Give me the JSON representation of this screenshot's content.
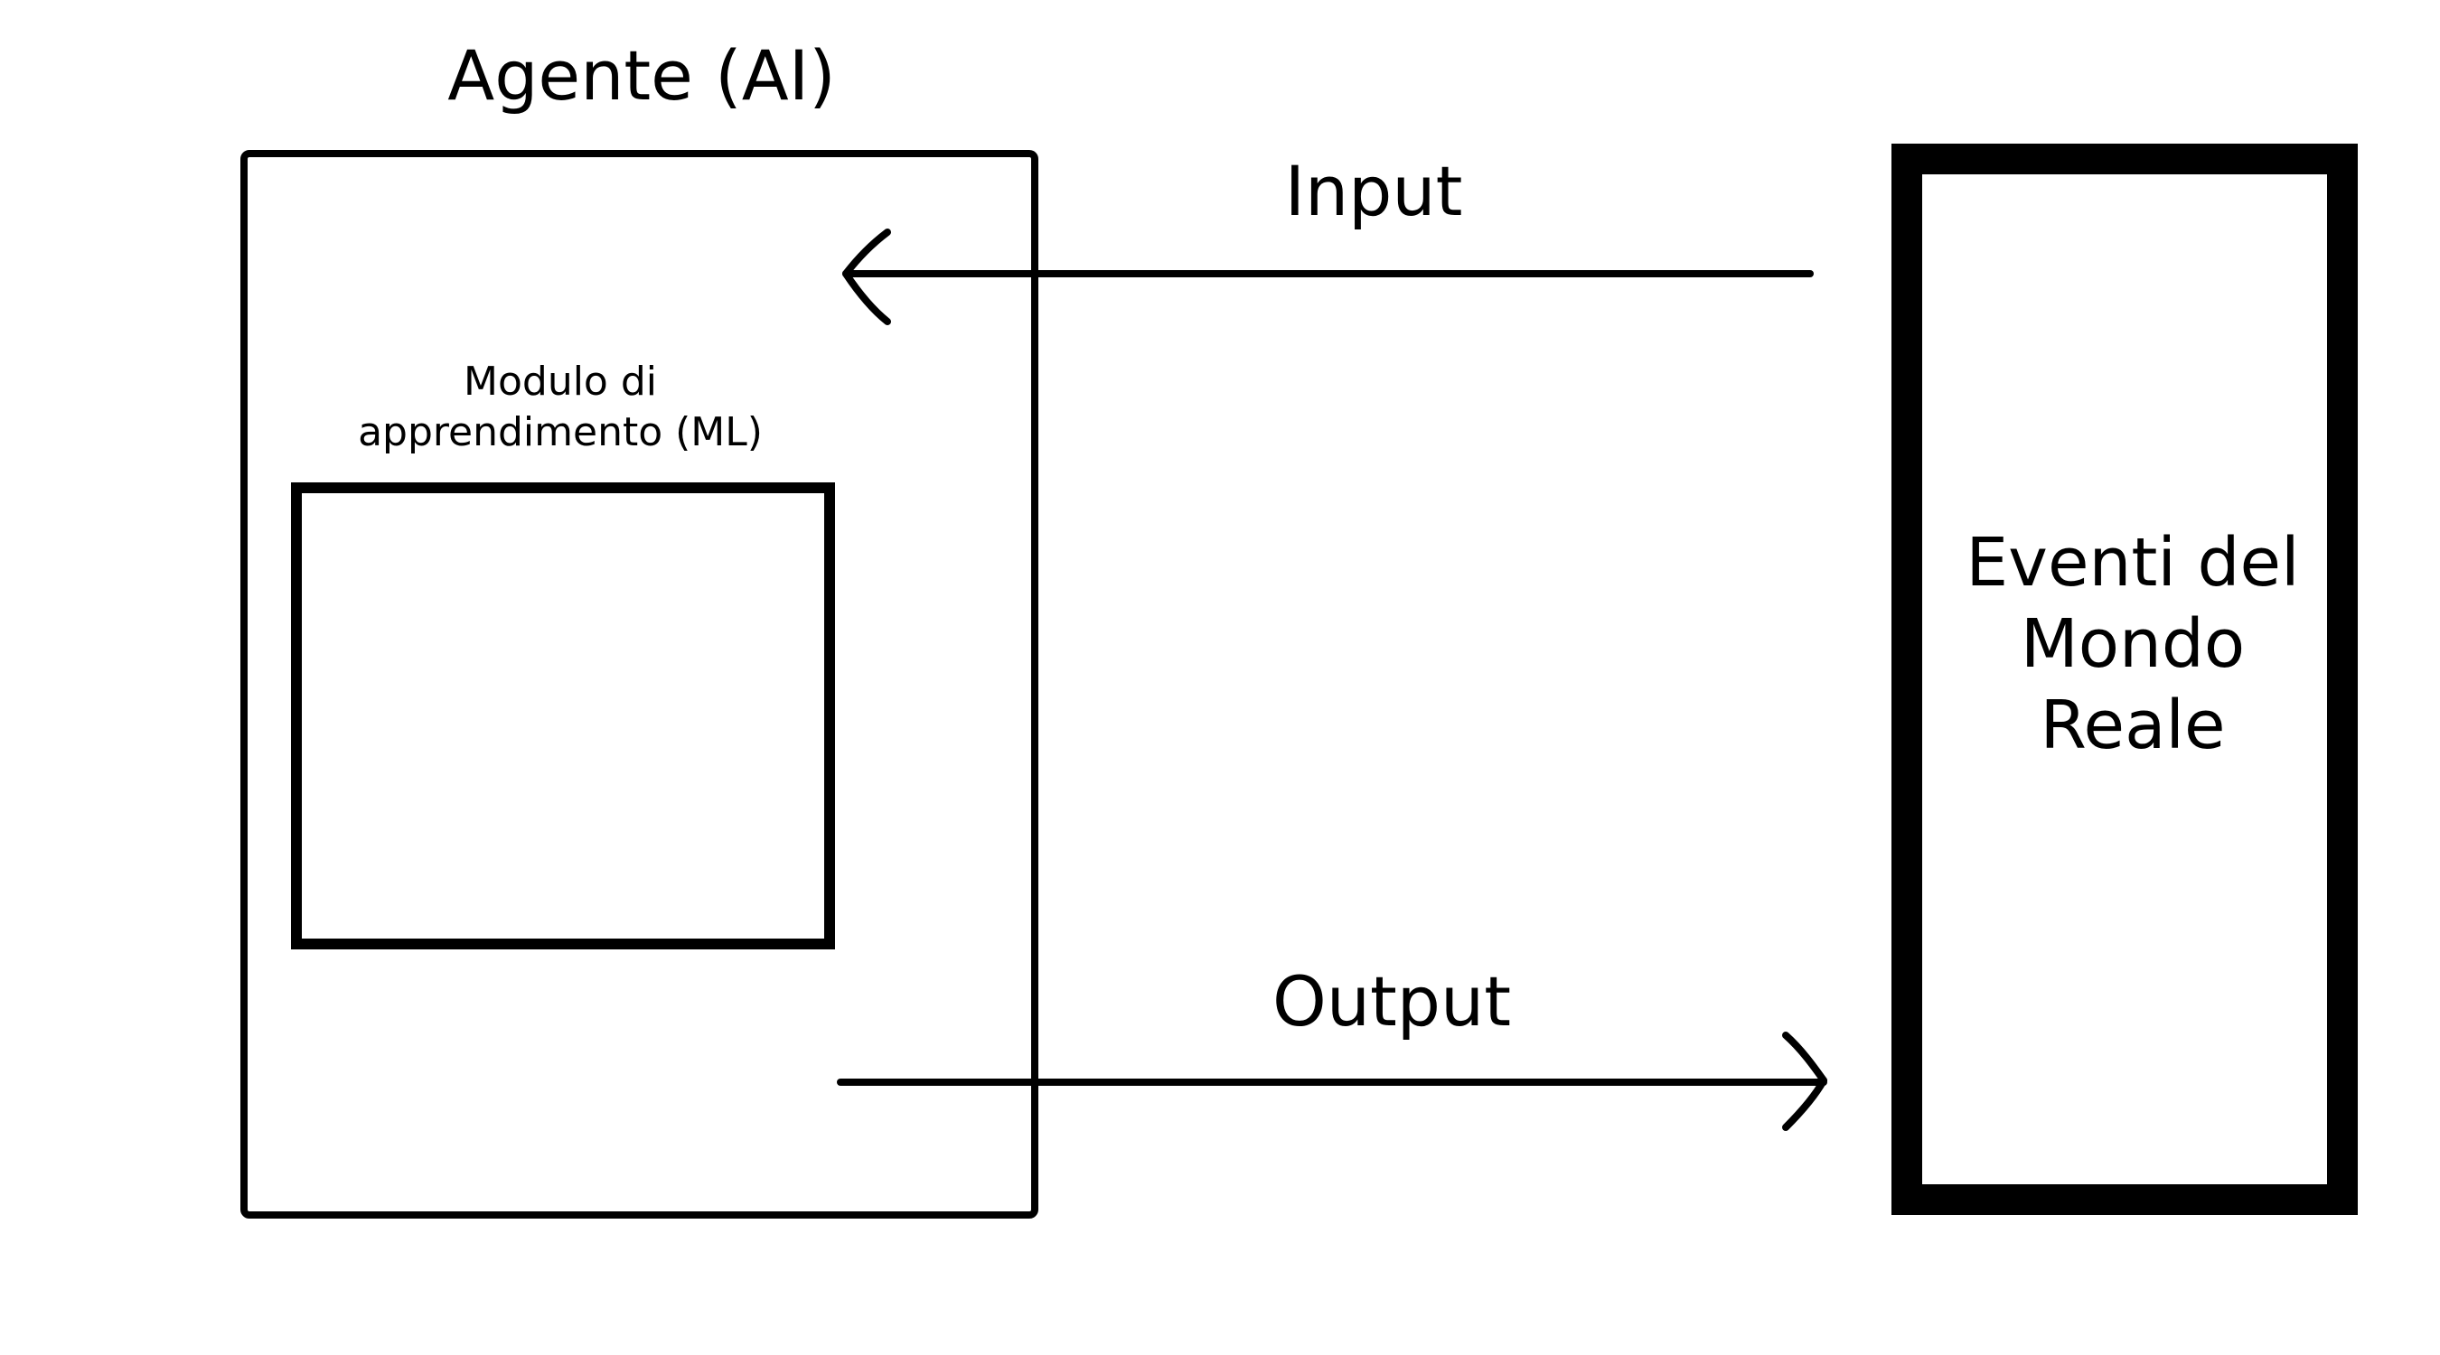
{
  "agent": {
    "title": "Agente (AI)"
  },
  "learning_module": {
    "label_line1": "Modulo di",
    "label_line2": "apprendimento (ML)"
  },
  "world": {
    "label_line1": "Eventi del",
    "label_line2": "Mondo",
    "label_line3": "Reale"
  },
  "flows": {
    "input_label": "Input",
    "output_label": "Output"
  },
  "colors": {
    "stroke": "#000000",
    "background": "#ffffff"
  }
}
